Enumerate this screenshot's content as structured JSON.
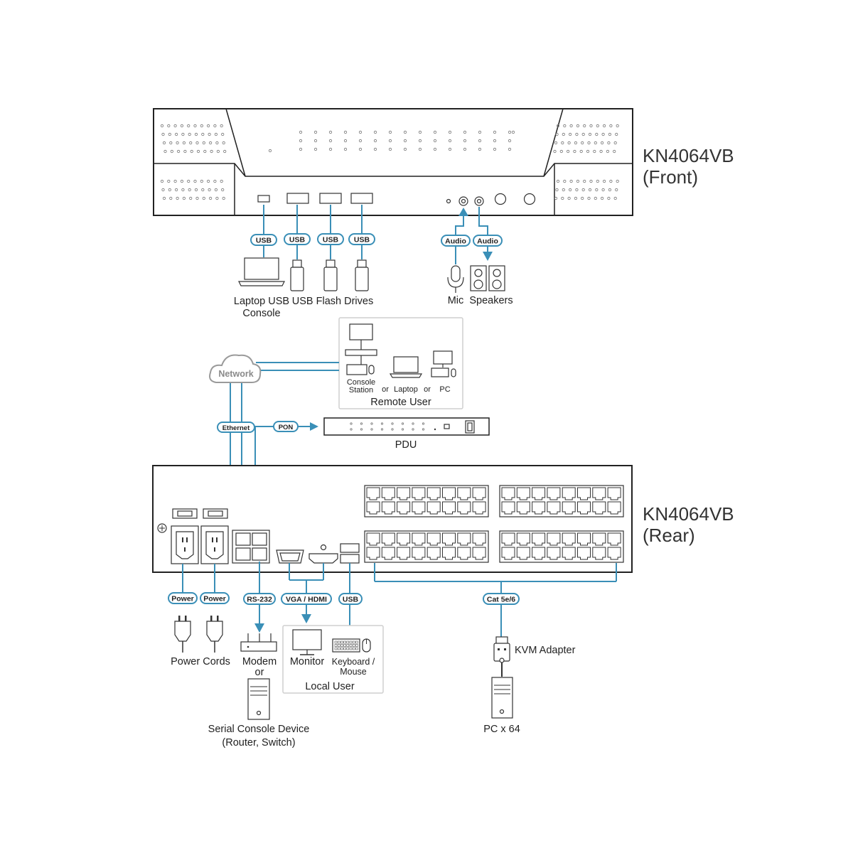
{
  "front": {
    "model": "KN4064VB",
    "view": "(Front)"
  },
  "rear": {
    "model": "KN4064VB",
    "view": "(Rear)"
  },
  "tags": {
    "usb1": "USB",
    "usb2": "USB",
    "usb3": "USB",
    "usb4": "USB",
    "audio1": "Audio",
    "audio2": "Audio",
    "network": "Network",
    "ethernet": "Ethernet",
    "pon": "PON",
    "power1": "Power",
    "power2": "Power",
    "rs232": "RS-232",
    "vga_hdmi": "VGA / HDMI",
    "usb_rear": "USB",
    "cat": "Cat 5e/6"
  },
  "labels": {
    "laptop_line1": "Laptop USB",
    "laptop_line2": "Console",
    "flash": "USB Flash Drives",
    "mic": "Mic",
    "speakers": "Speakers",
    "console_station_1": "Console",
    "console_station_2": "Station",
    "or1": "or",
    "laptop": "Laptop",
    "or2": "or",
    "pc": "PC",
    "remote_user": "Remote User",
    "pdu": "PDU",
    "power_cords": "Power Cords",
    "modem": "Modem",
    "modem_or": "or",
    "monitor": "Monitor",
    "keyboard_1": "Keyboard /",
    "keyboard_2": "Mouse",
    "local_user": "Local User",
    "serial_1": "Serial Console Device",
    "serial_2": "(Router, Switch)",
    "kvm_adapter": "KVM Adapter",
    "pc_x": "PC x 64"
  },
  "colors": {
    "line": "#3a8fb7",
    "outline": "#222222",
    "group_border": "#cfcfcf"
  }
}
